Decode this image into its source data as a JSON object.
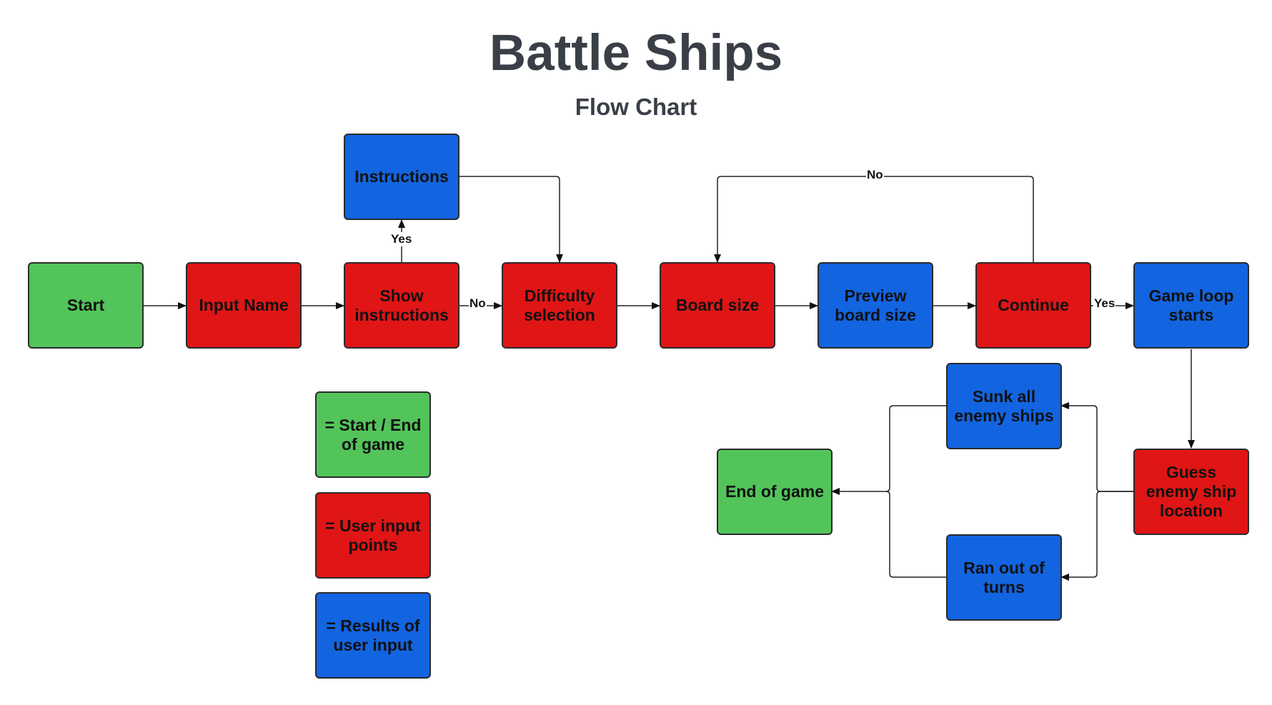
{
  "title": "Battle Ships",
  "subtitle": "Flow Chart",
  "colors": {
    "green": "#52c45a",
    "red": "#e01515",
    "blue": "#1264e0"
  },
  "nodes": {
    "start": "Start",
    "input_name": "Input Name",
    "show_instructions": "Show instructions",
    "instructions": "Instructions",
    "difficulty_selection": "Difficulty selection",
    "board_size": "Board size",
    "preview_board_size": "Preview board size",
    "continue": "Continue",
    "game_loop_starts": "Game loop starts",
    "guess_enemy_ship_location": "Guess enemy ship location",
    "sunk_all_enemy_ships": "Sunk all enemy ships",
    "ran_out_of_turns": "Ran out of turns",
    "end_of_game": "End of game"
  },
  "edge_labels": {
    "yes_instructions": "Yes",
    "no_instructions": "No",
    "no_continue": "No",
    "yes_continue": "Yes"
  },
  "legend": {
    "start_end": "= Start / End of game",
    "user_input": "= User input points",
    "results": "= Results of user input"
  }
}
